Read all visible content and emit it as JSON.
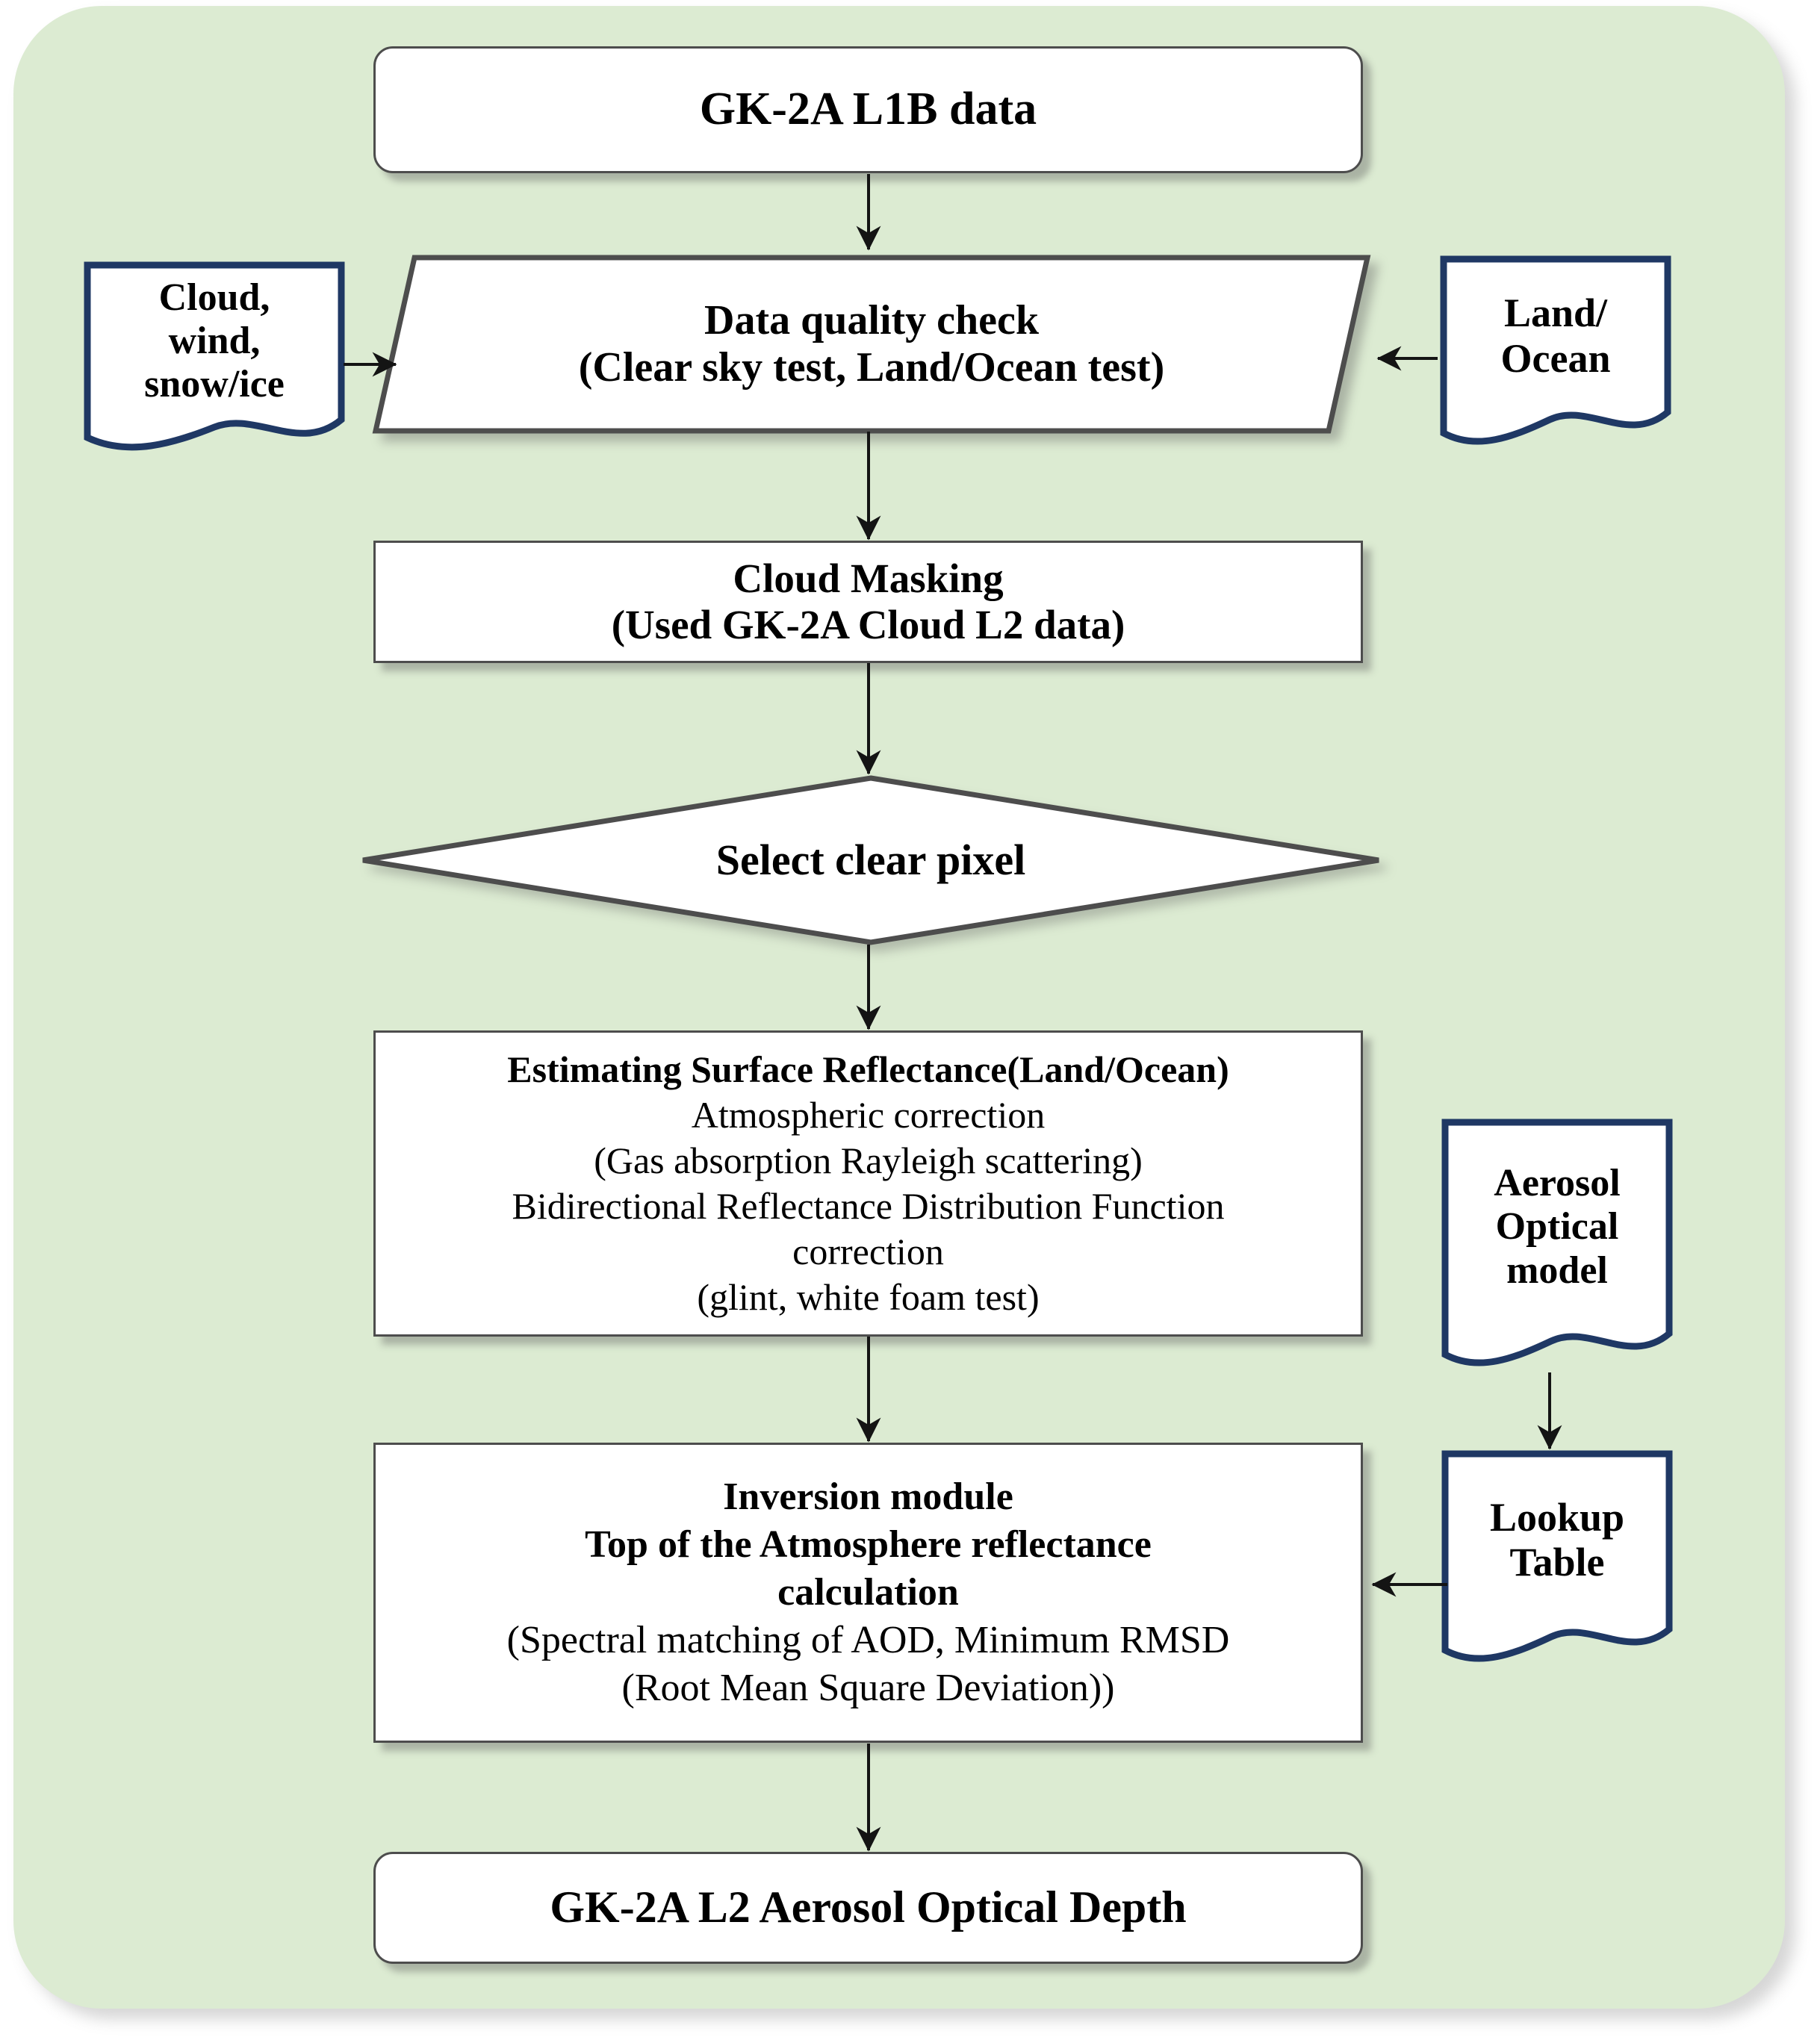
{
  "diagram": {
    "title": "GK-2A Aerosol Optical Depth retrieval algorithm flowchart",
    "background_color": "#dcebd2",
    "node_fill": "#ffffff",
    "process_border_color": "#4d4d4d",
    "document_border_color": "#1f3864",
    "connector_color": "#1a1a1a"
  },
  "nodes": {
    "l1b": {
      "shape": "terminator",
      "line1": "GK-2A L1B data"
    },
    "cloud_wind_snow": {
      "shape": "document",
      "line1": "Cloud,",
      "line2": "wind,",
      "line3": "snow/ice"
    },
    "land_ocean": {
      "shape": "document",
      "line1": "Land/",
      "line2": "Ocean"
    },
    "data_quality": {
      "shape": "parallelogram",
      "line1": "Data quality check",
      "line2": "(Clear sky test, Land/Ocean test)"
    },
    "cloud_masking": {
      "shape": "process",
      "line1": "Cloud Masking",
      "line2": "(Used GK-2A Cloud L2 data)"
    },
    "select_clear_pixel": {
      "shape": "decision",
      "line1": "Select clear pixel"
    },
    "surface_reflectance": {
      "shape": "process",
      "line1": "Estimating Surface Reflectance(Land/Ocean)",
      "line2": "Atmospheric correction",
      "line3": "(Gas absorption Rayleigh scattering)",
      "line4": "Bidirectional Reflectance Distribution Function",
      "line5": "correction",
      "line6": "(glint, white foam test)"
    },
    "aerosol_optical_model": {
      "shape": "document",
      "line1": "Aerosol",
      "line2": "Optical",
      "line3": "model"
    },
    "inversion_module": {
      "shape": "process",
      "line1": "Inversion module",
      "line2": "Top of the Atmosphere reflectance",
      "line3": "calculation",
      "line4": "(Spectral matching of AOD, Minimum RMSD",
      "line5": "(Root Mean Square Deviation))"
    },
    "lookup_table": {
      "shape": "document",
      "line1": "Lookup",
      "line2": "Table"
    },
    "output_aod": {
      "shape": "terminator",
      "line1": "GK-2A L2 Aerosol Optical Depth"
    }
  },
  "edges": [
    {
      "from": "l1b",
      "to": "data_quality",
      "direction": "down"
    },
    {
      "from": "cloud_wind_snow",
      "to": "data_quality",
      "direction": "right"
    },
    {
      "from": "land_ocean",
      "to": "data_quality",
      "direction": "left"
    },
    {
      "from": "data_quality",
      "to": "cloud_masking",
      "direction": "down"
    },
    {
      "from": "cloud_masking",
      "to": "select_clear_pixel",
      "direction": "down"
    },
    {
      "from": "select_clear_pixel",
      "to": "surface_reflectance",
      "direction": "down"
    },
    {
      "from": "surface_reflectance",
      "to": "inversion_module",
      "direction": "down"
    },
    {
      "from": "aerosol_optical_model",
      "to": "lookup_table",
      "direction": "down"
    },
    {
      "from": "lookup_table",
      "to": "inversion_module",
      "direction": "left"
    },
    {
      "from": "inversion_module",
      "to": "output_aod",
      "direction": "down"
    }
  ]
}
